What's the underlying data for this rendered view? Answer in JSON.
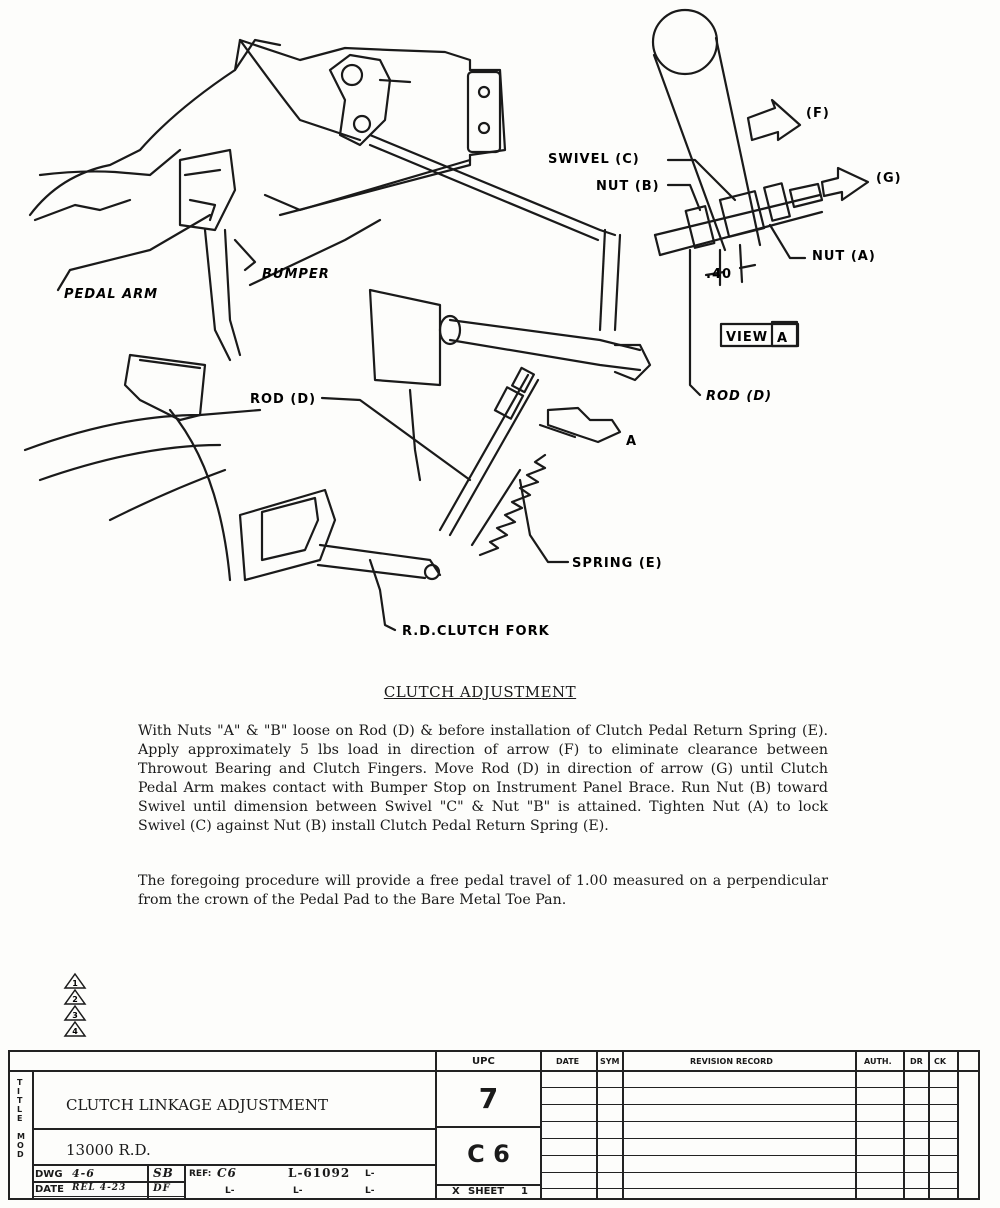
{
  "diagram": {
    "labels": {
      "pedal_arm": "PEDAL ARM",
      "bumper": "BUMPER",
      "rod_d": "ROD (D)",
      "spring_e": "SPRING (E)",
      "clutch_fork": "R.D.CLUTCH FORK",
      "swivel_c": "SWIVEL (C)",
      "nut_b": "NUT (B)",
      "nut_a": "NUT (A)",
      "arrow_f": "(F)",
      "arrow_g": "(G)",
      "dim": ".40",
      "view": "VIEW",
      "view_letter": "A",
      "view_arrow": "A",
      "rod_d2": "ROD (D)"
    }
  },
  "section_title": "CLUTCH ADJUSTMENT",
  "paragraph1": "With Nuts \"A\" & \"B\" loose on Rod (D) & before installation of Clutch Pedal Return Spring (E). Apply approximately 5 lbs load in direction of arrow (F) to eliminate clearance between Throwout Bearing and Clutch Fingers. Move Rod (D) in direction of arrow (G) until Clutch Pedal Arm makes contact with Bumper Stop on Instrument Panel Brace. Run Nut (B) toward Swivel until dimension between Swivel \"C\" & Nut \"B\" is attained. Tighten Nut (A) to lock Swivel (C) against Nut (B) install Clutch Pedal Return Spring (E).",
  "paragraph2": "The foregoing procedure will provide a free pedal travel of 1.00 measured on a perpendicular from the crown of the Pedal Pad to the Bare Metal Toe Pan.",
  "revision_triangles": [
    "1",
    "2",
    "3",
    "4"
  ],
  "title_block": {
    "title_side": "TITLE",
    "title": "CLUTCH LINKAGE ADJUSTMENT",
    "mod_side": "MOD",
    "model": "13000 R.D.",
    "dwg_label": "DWG",
    "dwg_value": "4-6",
    "date_label": "DATE",
    "date_value": "REL 4-23",
    "sb": "SB",
    "df": "DF",
    "ref_label": "REF:",
    "ref_value": "C6",
    "l_number": "L-61092",
    "l_suffix": "L-",
    "l_blank_1": "L-",
    "l_blank_2": "L-",
    "l_blank_3": "L-",
    "upc_label": "UPC",
    "upc_value": "7",
    "sheet_code": "C 6",
    "sheet_label": "SHEET",
    "sheet_mark": "X",
    "sheet_num": "1",
    "rev_headers": {
      "date": "DATE",
      "sym": "SYM",
      "record": "REVISION RECORD",
      "auth": "AUTH.",
      "dr": "DR",
      "ck": "CK"
    }
  }
}
